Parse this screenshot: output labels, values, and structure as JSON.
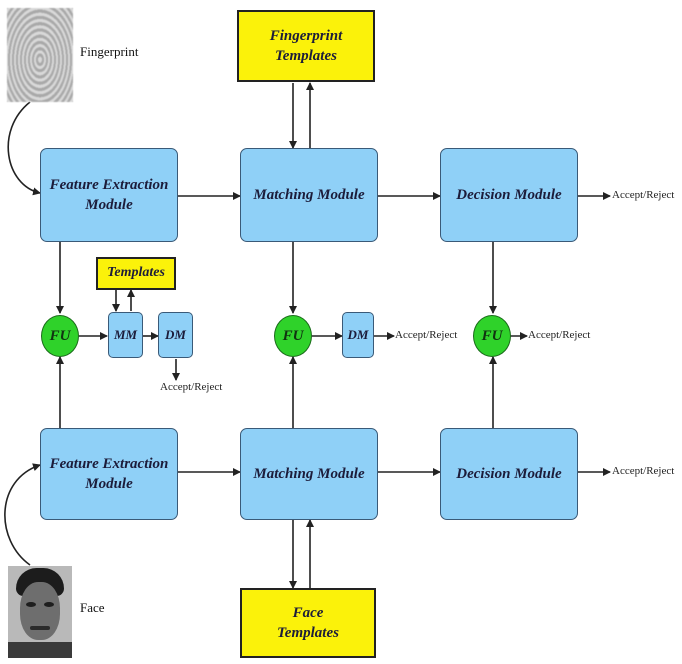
{
  "fingerprint_label": "Fingerprint",
  "face_label": "Face",
  "fingerprint_templates": [
    "Fingerprint",
    "Templates"
  ],
  "face_templates": [
    "Face",
    "Templates"
  ],
  "templates_small": "Templates",
  "feature_extraction": [
    "Feature Extraction",
    "Module"
  ],
  "matching_module": "Matching Module",
  "decision_module": "Decision Module",
  "fu": "FU",
  "mm": "MM",
  "dm": "DM",
  "accept_reject": "Accept/Reject",
  "colors": {
    "module_fill": "#8fd0f7",
    "template_fill": "#fbf20a",
    "fu_fill": "#2fd22a"
  }
}
